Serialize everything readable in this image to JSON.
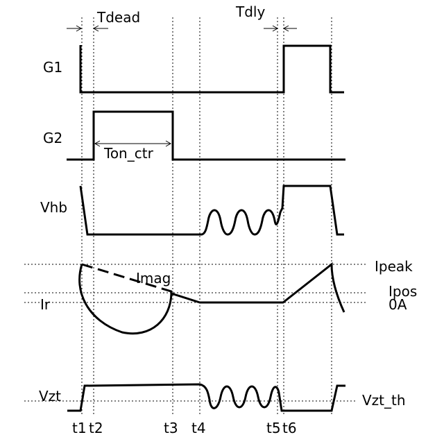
{
  "signals": {
    "g1": "G1",
    "g2": "G2",
    "vhb": "Vhb",
    "ir": "Ir",
    "vzt": "Vzt"
  },
  "annotations": {
    "tdead": "Tdead",
    "tdly": "Tdly",
    "ton_ctr": "Ton_ctr",
    "imag": "Imag",
    "ipeak": "Ipeak",
    "ipos": "Ipos",
    "zero_a": "0A",
    "vzt_th": "Vzt_th"
  },
  "time_labels": {
    "t1": "t1",
    "t2": "t2",
    "t3": "t3",
    "t4": "t4",
    "t5": "t5",
    "t6": "t6"
  }
}
